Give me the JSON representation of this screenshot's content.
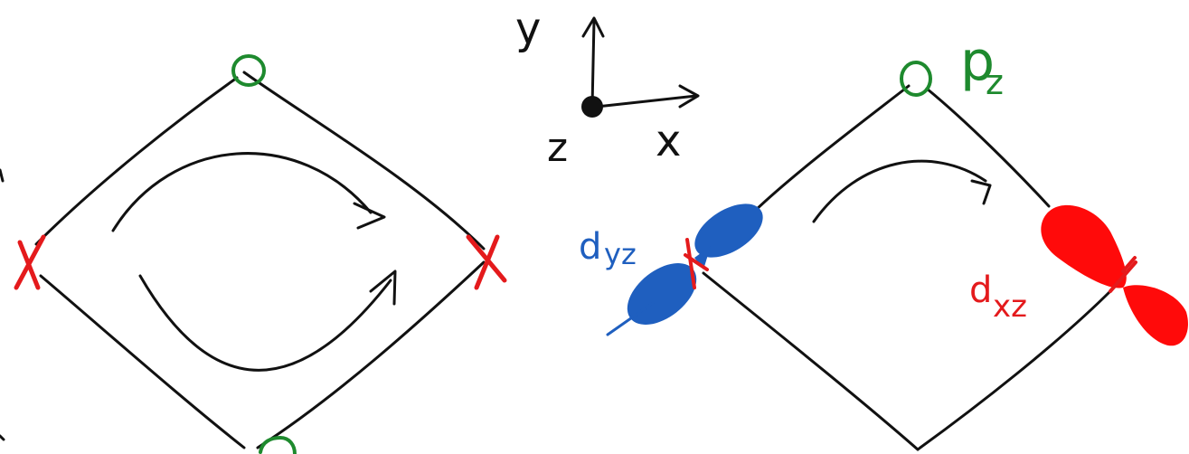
{
  "colors": {
    "ink": "#111111",
    "pz_site": "#1e8a2e",
    "d_site": "#e41a1c",
    "dyz_orbital": "#1f5fbf",
    "dxz_orbital": "#ff0a0a"
  },
  "axes": {
    "y_label": "y",
    "x_label": "x",
    "z_label": "z"
  },
  "right_plaquette": {
    "pz_label": "p",
    "pz_subscript": "z",
    "dyz_label": "d",
    "dyz_subscript": "yz",
    "dxz_label": "d",
    "dxz_subscript": "xz"
  }
}
